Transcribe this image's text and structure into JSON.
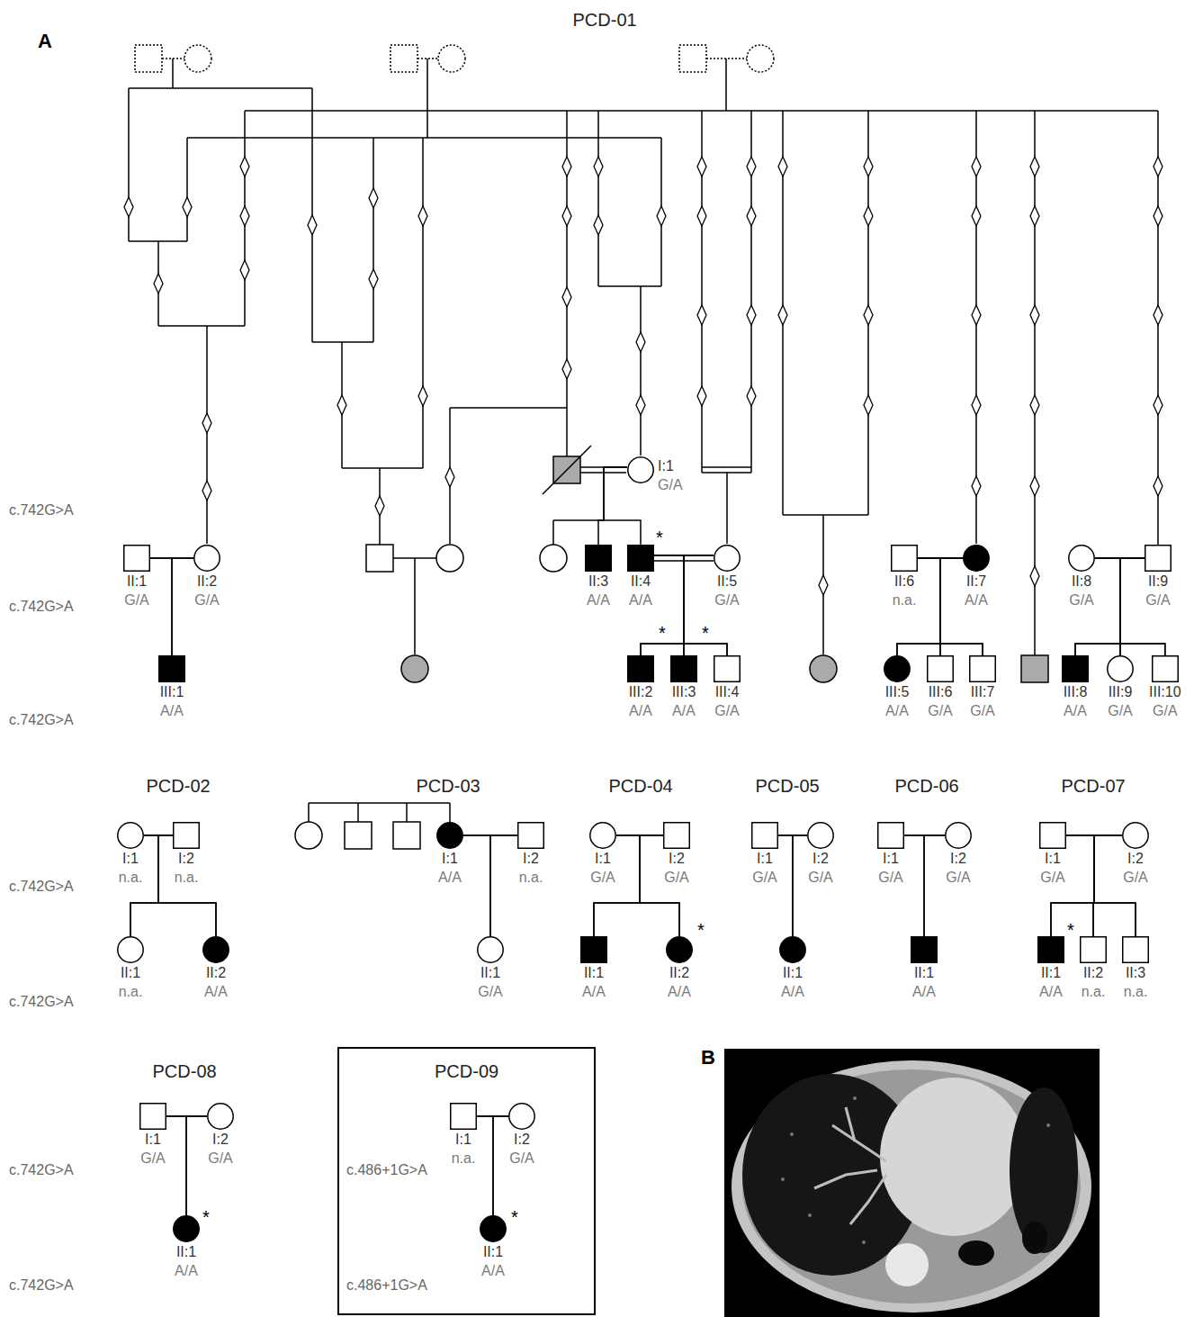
{
  "diagram": {
    "nodes": [
      {
        "text": [
          "I:1",
          "G/A"
        ]
      },
      {
        "text": [
          "II:1",
          "G/A"
        ]
      },
      {
        "text": [
          "II:2",
          "G/A"
        ]
      },
      {
        "text": [
          "II:3",
          "A/A"
        ]
      },
      {
        "text": [
          "II:4",
          "A/A"
        ]
      },
      {
        "text": [
          "II:5",
          "G/A"
        ]
      },
      {
        "text": [
          "II:6",
          "n.a."
        ]
      },
      {
        "text": [
          "II:7",
          "A/A"
        ]
      },
      {
        "text": [
          "II:8",
          "G/A"
        ]
      },
      {
        "text": [
          "II:9",
          "G/A"
        ]
      },
      {
        "text": [
          "III:1",
          "A/A"
        ]
      },
      {
        "text": [
          "III:2",
          "A/A"
        ]
      },
      {
        "text": [
          "III:3",
          "A/A"
        ]
      },
      {
        "text": [
          "III:4",
          "G/A"
        ]
      },
      {
        "text": [
          "III:5",
          "A/A"
        ]
      },
      {
        "text": [
          "III:6",
          "G/A"
        ]
      },
      {
        "text": [
          "III:7",
          "G/A"
        ]
      },
      {
        "text": [
          "III:8",
          "A/A"
        ]
      },
      {
        "text": [
          "III:9",
          "G/A"
        ]
      },
      {
        "text": [
          "III:10",
          "G/A"
        ]
      },
      {
        "text": [
          "I:1",
          "n.a."
        ]
      },
      {
        "text": [
          "I:2",
          "n.a."
        ]
      },
      {
        "text": [
          "II:1",
          "n.a."
        ]
      },
      {
        "text": [
          "II:2",
          "A/A"
        ]
      },
      {
        "text": [
          "I:1",
          "A/A"
        ]
      },
      {
        "text": [
          "I:2",
          "n.a."
        ]
      },
      {
        "text": [
          "II:1",
          "G/A"
        ]
      },
      {
        "text": [
          "I:1",
          "G/A"
        ]
      },
      {
        "text": [
          "I:2",
          "G/A"
        ]
      },
      {
        "text": [
          "II:1",
          "A/A"
        ]
      },
      {
        "text": [
          "II:2",
          "A/A"
        ]
      },
      {
        "text": [
          "I:1",
          "G/A"
        ]
      },
      {
        "text": [
          "I:2",
          "G/A"
        ]
      },
      {
        "text": [
          "II:1",
          "A/A"
        ]
      },
      {
        "text": [
          "I:1",
          "G/A"
        ]
      },
      {
        "text": [
          "I:2",
          "G/A"
        ]
      },
      {
        "text": [
          "II:1",
          "A/A"
        ]
      },
      {
        "text": [
          "I:1",
          "G/A"
        ]
      },
      {
        "text": [
          "I:2",
          "G/A"
        ]
      },
      {
        "text": [
          "II:1",
          "A/A"
        ]
      },
      {
        "text": [
          "II:2",
          "n.a."
        ]
      },
      {
        "text": [
          "II:3",
          "n.a."
        ]
      },
      {
        "text": [
          "I:1",
          "G/A"
        ]
      },
      {
        "text": [
          "I:2",
          "G/A"
        ]
      },
      {
        "text": [
          "II:1",
          "A/A"
        ]
      },
      {
        "text": [
          "PCD-09",
          "c.486+1G>A",
          "c.486+1G>A"
        ]
      },
      {
        "text": [
          "I:1",
          "n.a."
        ],
        "in": 45
      },
      {
        "text": [
          "I:2",
          "G/A"
        ],
        "in": 45
      },
      {
        "text": [
          "II:1",
          "A/A"
        ],
        "in": 45
      }
    ],
    "edges": [
      {
        "from": 1,
        "to": 2,
        "arrow": "none"
      },
      {
        "from": 4,
        "to": 5,
        "arrow": "none"
      },
      {
        "from": 6,
        "to": 7,
        "arrow": "none"
      },
      {
        "from": 8,
        "to": 9,
        "arrow": "none"
      },
      {
        "from": 20,
        "to": 21,
        "arrow": "none"
      },
      {
        "from": 24,
        "to": 25,
        "arrow": "none"
      },
      {
        "from": 27,
        "to": 28,
        "arrow": "none"
      },
      {
        "from": 31,
        "to": 32,
        "arrow": "none"
      },
      {
        "from": 34,
        "to": 35,
        "arrow": "none"
      },
      {
        "from": 37,
        "to": 38,
        "arrow": "none"
      },
      {
        "from": 42,
        "to": 43,
        "arrow": "none"
      },
      {
        "from": 46,
        "to": 47,
        "arrow": "none"
      },
      {
        "from": 0,
        "to": 3,
        "arrow": "none"
      },
      {
        "from": 0,
        "to": 4,
        "arrow": "none"
      },
      {
        "from": 1,
        "to": 10,
        "arrow": "none"
      },
      {
        "from": 2,
        "to": 10,
        "arrow": "none"
      },
      {
        "from": 4,
        "to": 11,
        "arrow": "none"
      },
      {
        "from": 4,
        "to": 12,
        "arrow": "none"
      },
      {
        "from": 4,
        "to": 13,
        "arrow": "none"
      },
      {
        "from": 5,
        "to": 11,
        "arrow": "none"
      },
      {
        "from": 5,
        "to": 12,
        "arrow": "none"
      },
      {
        "from": 5,
        "to": 13,
        "arrow": "none"
      },
      {
        "from": 6,
        "to": 14,
        "arrow": "none"
      },
      {
        "from": 6,
        "to": 15,
        "arrow": "none"
      },
      {
        "from": 6,
        "to": 16,
        "arrow": "none"
      },
      {
        "from": 7,
        "to": 14,
        "arrow": "none"
      },
      {
        "from": 7,
        "to": 15,
        "arrow": "none"
      },
      {
        "from": 7,
        "to": 16,
        "arrow": "none"
      },
      {
        "from": 8,
        "to": 17,
        "arrow": "none"
      },
      {
        "from": 8,
        "to": 18,
        "arrow": "none"
      },
      {
        "from": 8,
        "to": 19,
        "arrow": "none"
      },
      {
        "from": 9,
        "to": 17,
        "arrow": "none"
      },
      {
        "from": 9,
        "to": 18,
        "arrow": "none"
      },
      {
        "from": 9,
        "to": 19,
        "arrow": "none"
      },
      {
        "from": 20,
        "to": 22,
        "arrow": "none"
      },
      {
        "from": 20,
        "to": 23,
        "arrow": "none"
      },
      {
        "from": 21,
        "to": 22,
        "arrow": "none"
      },
      {
        "from": 21,
        "to": 23,
        "arrow": "none"
      },
      {
        "from": 24,
        "to": 26,
        "arrow": "none"
      },
      {
        "from": 25,
        "to": 26,
        "arrow": "none"
      },
      {
        "from": 27,
        "to": 29,
        "arrow": "none"
      },
      {
        "from": 27,
        "to": 30,
        "arrow": "none"
      },
      {
        "from": 28,
        "to": 29,
        "arrow": "none"
      },
      {
        "from": 28,
        "to": 30,
        "arrow": "none"
      },
      {
        "from": 31,
        "to": 33,
        "arrow": "none"
      },
      {
        "from": 32,
        "to": 33,
        "arrow": "none"
      },
      {
        "from": 34,
        "to": 36,
        "arrow": "none"
      },
      {
        "from": 35,
        "to": 36,
        "arrow": "none"
      },
      {
        "from": 37,
        "to": 39,
        "arrow": "none"
      },
      {
        "from": 37,
        "to": 40,
        "arrow": "none"
      },
      {
        "from": 37,
        "to": 41,
        "arrow": "none"
      },
      {
        "from": 38,
        "to": 39,
        "arrow": "none"
      },
      {
        "from": 38,
        "to": 40,
        "arrow": "none"
      },
      {
        "from": 38,
        "to": 41,
        "arrow": "none"
      },
      {
        "from": 42,
        "to": 44,
        "arrow": "none"
      },
      {
        "from": 43,
        "to": 44,
        "arrow": "none"
      },
      {
        "from": 46,
        "to": 48,
        "arrow": "none"
      },
      {
        "from": 47,
        "to": 48,
        "arrow": "none"
      }
    ],
    "labels": [
      "A",
      "PCD-01",
      "c.742G>A",
      "c.742G>A",
      "c.742G>A",
      "*",
      "*",
      "*",
      "PCD-02",
      "PCD-03",
      "PCD-04",
      "PCD-05",
      "PCD-06",
      "PCD-07",
      "c.742G>A",
      "c.742G>A",
      "*",
      "*",
      "PCD-08",
      "c.742G>A",
      "c.742G>A",
      "*",
      "*",
      "B"
    ]
  }
}
